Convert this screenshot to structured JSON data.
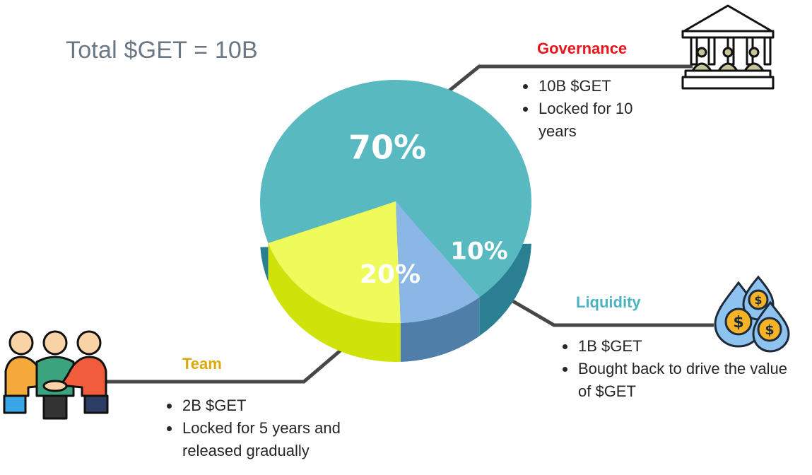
{
  "header": {
    "total_label": "Total $GET = 10B"
  },
  "chart_data": {
    "type": "pie",
    "title": "",
    "slices": [
      {
        "name": "Governance",
        "value": 70,
        "label": "70%",
        "color": "#59b9c1",
        "side_color": "#2a7f93"
      },
      {
        "name": "Liquidity",
        "value": 10,
        "label": "10%",
        "color": "#8ab7e6",
        "side_color": "#4f7ea8"
      },
      {
        "name": "Team",
        "value": 20,
        "label": "20%",
        "color": "#eefb5a",
        "side_color": "#cfe30b"
      }
    ]
  },
  "callouts": {
    "governance": {
      "heading": "Governance",
      "points": [
        "10B $GET",
        "Locked for 10 years"
      ],
      "heading_color": "#e8141b",
      "icon": "government-building-icon"
    },
    "liquidity": {
      "heading": "Liquidity",
      "points": [
        "1B $GET",
        "Bought back to drive the value of $GET"
      ],
      "heading_color": "#4bb3bf",
      "icon": "coins-icon"
    },
    "team": {
      "heading": "Team",
      "points": [
        "2B $GET",
        "Locked for 5 years and released gradually"
      ],
      "heading_color": "#d9a90d",
      "icon": "team-icon"
    }
  }
}
